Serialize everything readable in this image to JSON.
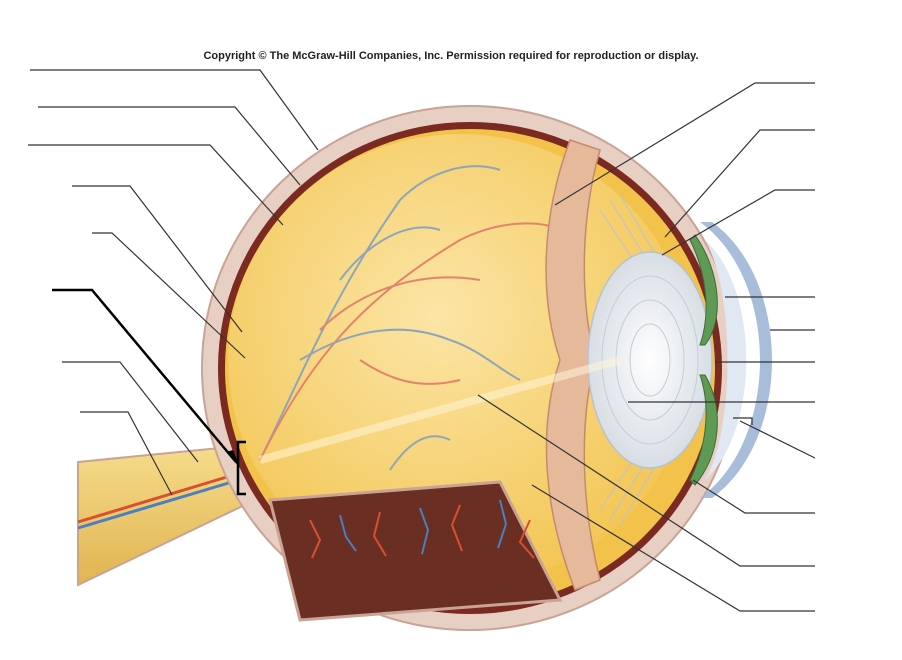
{
  "copyright": "Copyright © The McGraw-Hill Companies, Inc. Permission required for reproduction or display.",
  "colors": {
    "sclera": "#e7cfc3",
    "sclera_edge": "#c9a394",
    "choroid": "#7a2a20",
    "retina": "#f2c24a",
    "vitreous": "#f7d780",
    "ciliary": "#e6b99a",
    "iris_green": "#5f9a55",
    "cornea_blue": "#9fb6d6",
    "lens": "#e9eef3",
    "optic_nerve": "#f0cf6d",
    "artery": "#d9502e",
    "vein": "#4a7fc0",
    "leader_line": "#333333",
    "arrow": "#000000"
  },
  "labels": [
    {
      "id": "left-1",
      "text": ""
    },
    {
      "id": "left-2",
      "text": ""
    },
    {
      "id": "left-3",
      "text": ""
    },
    {
      "id": "left-4",
      "text": ""
    },
    {
      "id": "left-5",
      "text": ""
    },
    {
      "id": "left-6",
      "text": ""
    },
    {
      "id": "left-7",
      "text": ""
    },
    {
      "id": "right-1",
      "text": ""
    },
    {
      "id": "right-2",
      "text": ""
    },
    {
      "id": "right-3",
      "text": ""
    },
    {
      "id": "right-4",
      "text": ""
    },
    {
      "id": "right-5",
      "text": ""
    },
    {
      "id": "right-6",
      "text": ""
    },
    {
      "id": "right-7",
      "text": ""
    },
    {
      "id": "right-8",
      "text": ""
    },
    {
      "id": "right-9",
      "text": ""
    },
    {
      "id": "right-10",
      "text": ""
    },
    {
      "id": "right-11",
      "text": ""
    },
    {
      "id": "right-12",
      "text": ""
    }
  ]
}
